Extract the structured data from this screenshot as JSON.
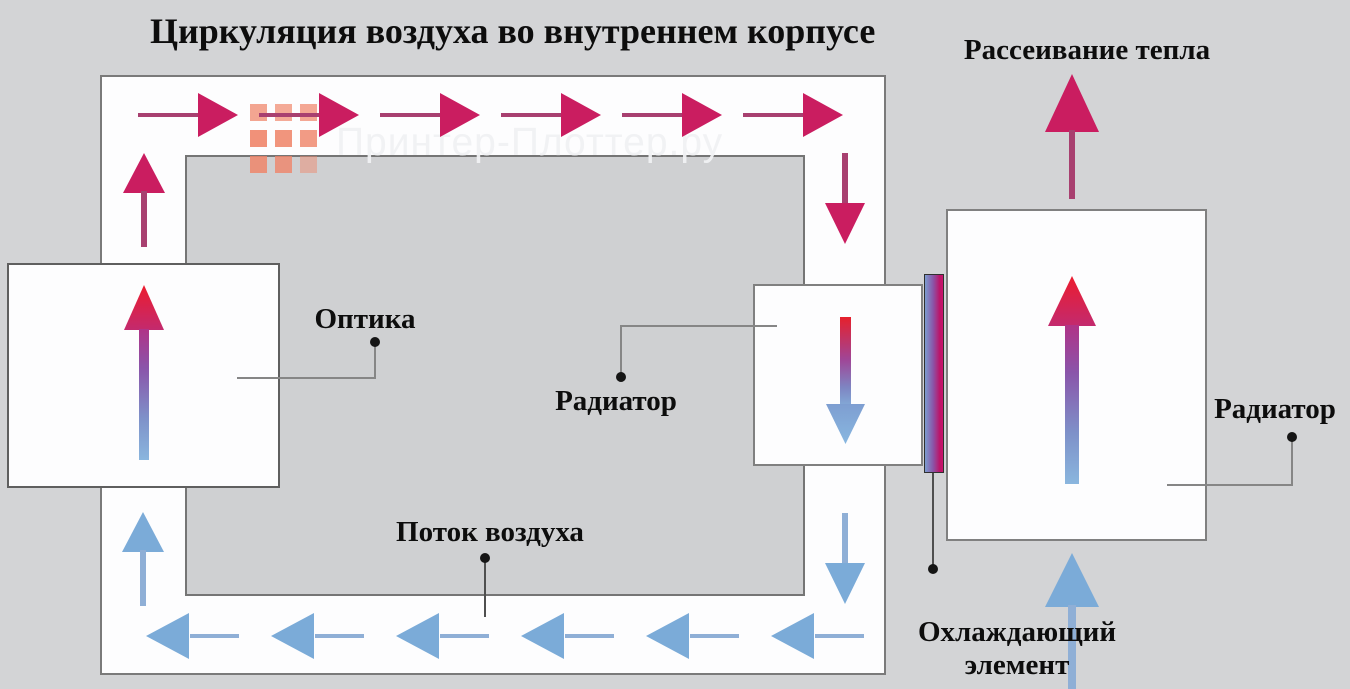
{
  "title": "Циркуляция воздуха во внутреннем корпусе",
  "watermark": {
    "text": "Принтер-Плоттер.ру",
    "logo": "grid-of-squares-icon"
  },
  "labels": {
    "heat_dissipation": "Рассеивание тепла",
    "optics": "Оптика",
    "radiator_middle": "Радиатор",
    "radiator_right": "Радиатор",
    "air_flow": "Поток воздуха",
    "cooling_element": "Охлаждающий элемент"
  },
  "flows": [
    {
      "name": "hot-air-top-duct",
      "direction": "right",
      "color_key": "crimson",
      "arrow_count": 6
    },
    {
      "name": "hot-air-right-duct",
      "direction": "down",
      "color_key": "crimson",
      "arrow_count": 1
    },
    {
      "name": "hot-air-left-duct",
      "direction": "up",
      "color_key": "crimson",
      "arrow_count": 1
    },
    {
      "name": "cool-air-bottom-duct",
      "direction": "left",
      "color_key": "blue",
      "arrow_count": 6
    },
    {
      "name": "cool-air-left-duct",
      "direction": "up",
      "color_key": "blue",
      "arrow_count": 1
    },
    {
      "name": "cool-air-right-duct",
      "direction": "down",
      "color_key": "blue",
      "arrow_count": 1
    },
    {
      "name": "heat-dissipation-out",
      "direction": "up",
      "color_key": "crimson",
      "arrow_count": 1
    },
    {
      "name": "cool-air-intake",
      "direction": "up",
      "color_key": "blue",
      "arrow_count": 1
    },
    {
      "name": "optics-heating",
      "direction": "up",
      "color_key": "gradient-cool-to-hot",
      "arrow_count": 1
    },
    {
      "name": "radiator-middle-cooling",
      "direction": "down",
      "color_key": "gradient-hot-to-cool",
      "arrow_count": 1
    },
    {
      "name": "radiator-right-heating",
      "direction": "up",
      "color_key": "gradient-cool-to-hot",
      "arrow_count": 1
    }
  ],
  "colors": {
    "background": "#d3d4d6",
    "inner_case": "#cfd0d2",
    "duct_white": "#fdfdfe",
    "crimson": "#ca1d60",
    "crimson_stem": "#a84070",
    "blue": "#7babd8",
    "blue_stem": "#8fafd6",
    "gradient_hot": "#e8192c",
    "gradient_purple": "#8656ab",
    "gradient_cool": "#89b5de",
    "logo_square": "#ef8266",
    "label_text": "#0d0d0d"
  }
}
